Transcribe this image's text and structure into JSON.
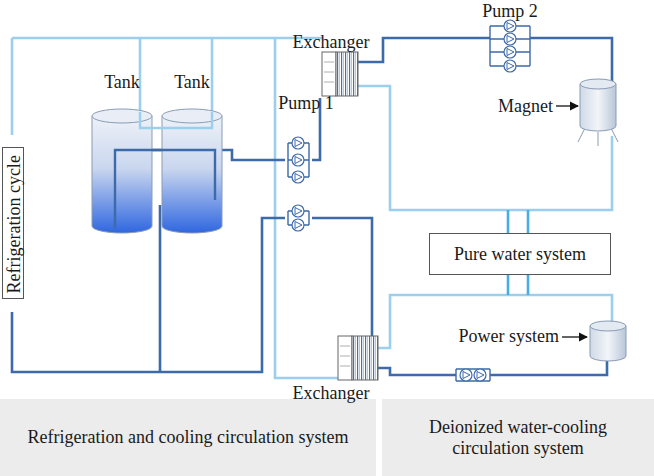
{
  "diagram": {
    "nodes": [
      {
        "text": [
          "Refrigeration cycle"
        ]
      },
      {
        "text": [
          "Pure water system"
        ]
      },
      {
        "text": [
          "Refrigeration and cooling circulation system"
        ]
      },
      {
        "text": [
          "Deionized water-cooling circulation system"
        ]
      }
    ],
    "labels": [
      "Pump 2",
      "Exchanger",
      "Tank",
      "Tank",
      "Magnet",
      "Pump 1",
      "Power system",
      "Exchanger"
    ]
  }
}
